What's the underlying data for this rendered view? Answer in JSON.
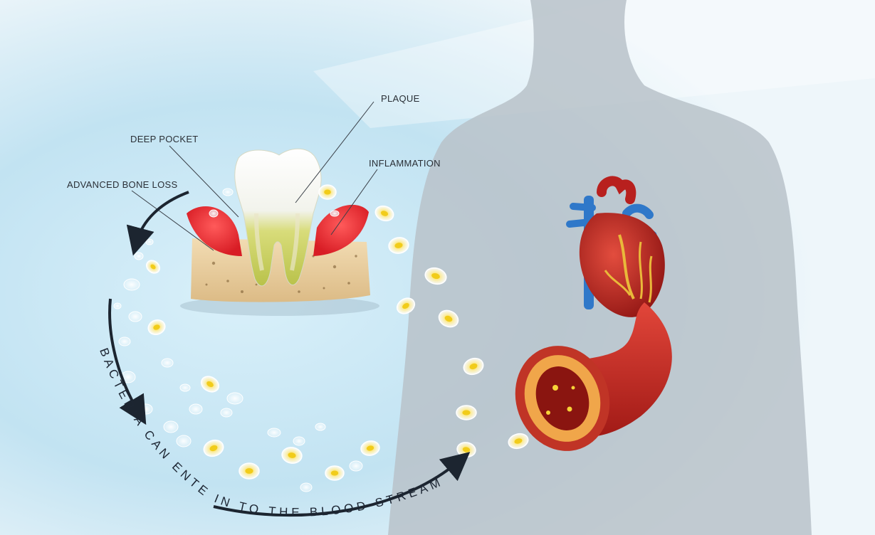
{
  "labels": {
    "plaque": "PLAQUE",
    "deep_pocket": "DEEP POCKET",
    "advanced_bone_loss": "ADVANCED BONE LOSS",
    "inflammation": "INFLAMMATION"
  },
  "caption": {
    "part1": "BACTERIA CAN ENTER",
    "part2": "IN TO THE BLOOD STREAM"
  },
  "colors": {
    "background_light_blue": "#bfe3f2",
    "body_silhouette": "#b9c2c9",
    "gum_red": "#e0262c",
    "plaque_yellow_green": "#c9d05a",
    "bone_beige": "#ecd3a6",
    "heart_red": "#b8201e",
    "artery_red": "#c8281f",
    "vein_blue": "#2f78c9",
    "bacteria_yellow": "#f3d436",
    "arrow_dark": "#1c2530"
  },
  "icons": [
    "tooth-icon",
    "heart-icon",
    "artery-icon",
    "body-silhouette-icon",
    "bacteria-icon",
    "curved-arrow-icon"
  ]
}
